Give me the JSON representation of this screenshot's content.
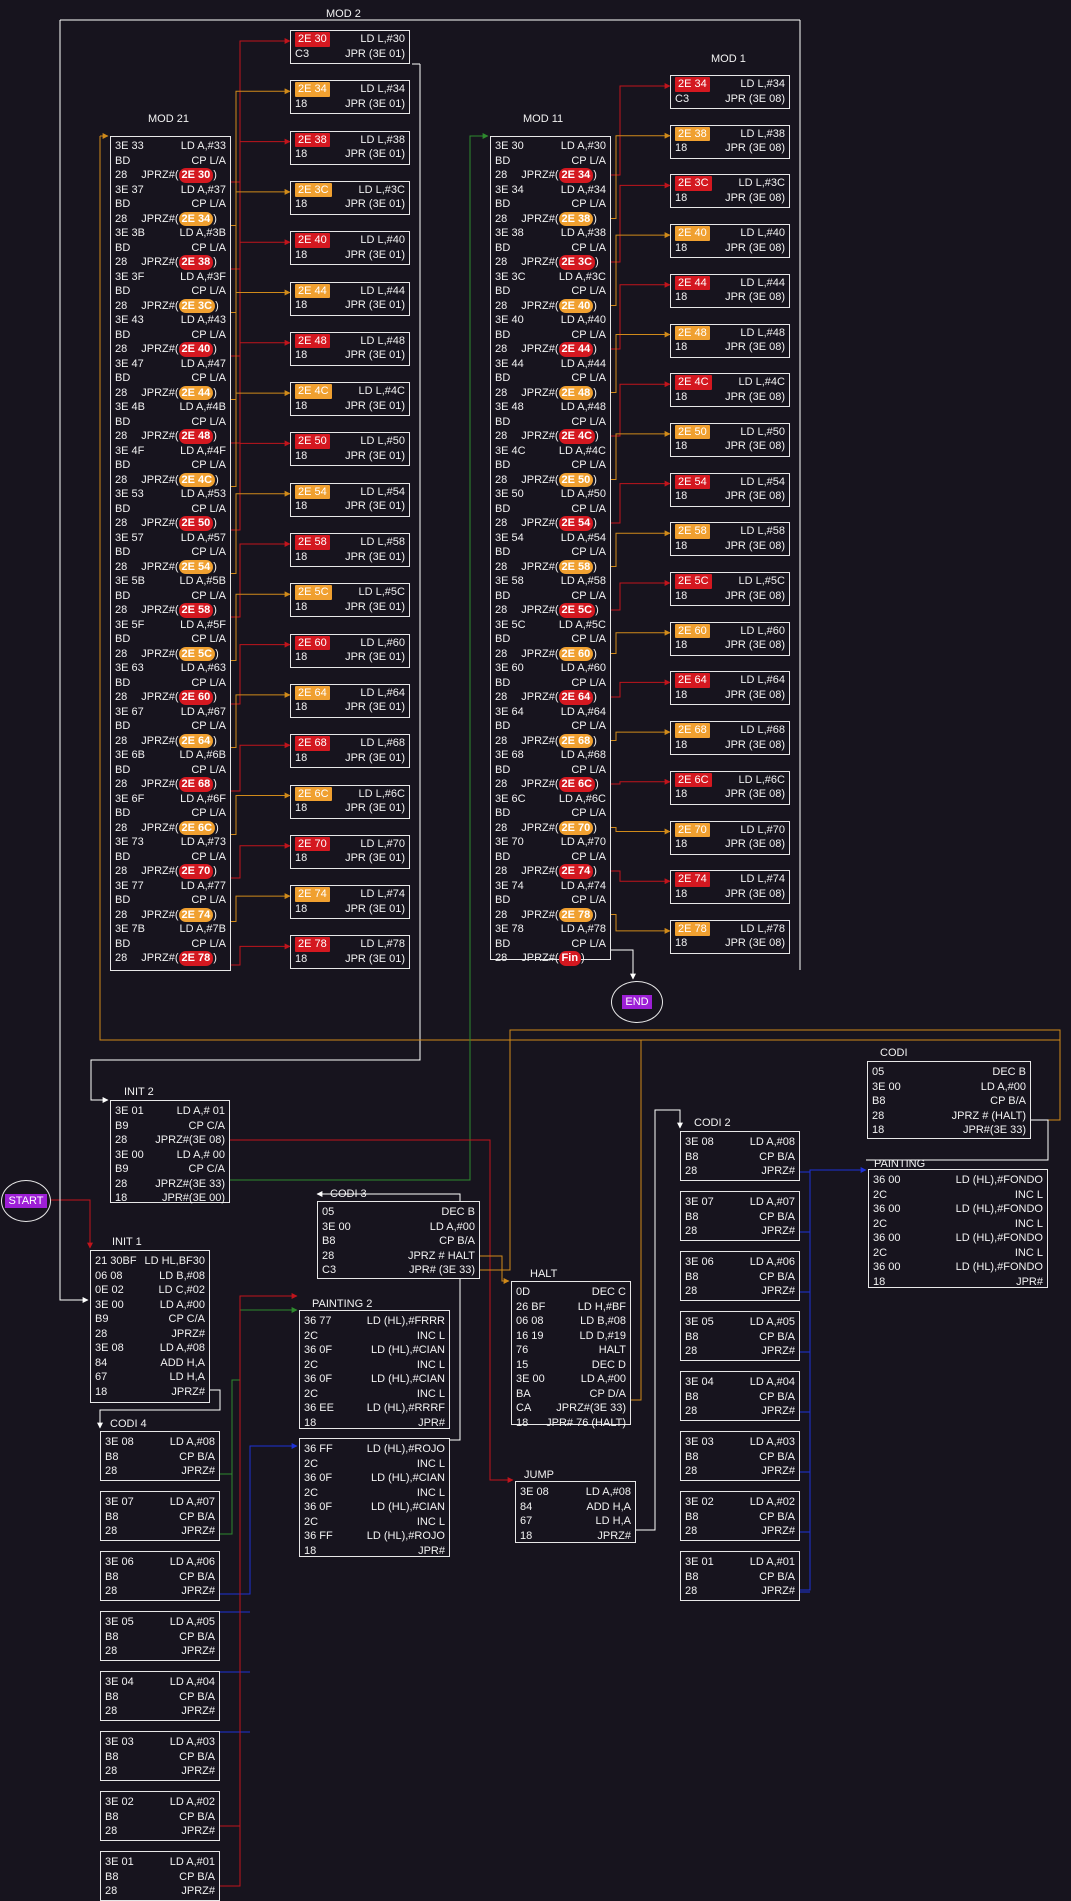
{
  "colors": {
    "background": "#17141e",
    "text": "#f2f2f2",
    "border": "#e8e8e8",
    "red": "#d41820",
    "orange": "#f0a030",
    "wire_white": "#ffffff",
    "wire_red": "#c0141c",
    "wire_orange": "#d08a1a",
    "wire_green": "#2e8a2e",
    "wire_blue": "#1e32d6",
    "terminal_fill": "#9d1fd6"
  },
  "terminals": {
    "start": "START",
    "end": "END"
  },
  "mod21": {
    "title": "MOD 21",
    "groups": [
      {
        "a": "3E 33",
        "b": "LD A,#33",
        "c": "BD",
        "d": "CP L/A",
        "e": "28",
        "f": "JPRZ#",
        "t": "2E 30",
        "tc": "red"
      },
      {
        "a": "3E 37",
        "b": "LD A,#37",
        "c": "BD",
        "d": "CP L/A",
        "e": "28",
        "f": "JPRZ#",
        "t": "2E 34",
        "tc": "orange"
      },
      {
        "a": "3E 3B",
        "b": "LD A,#3B",
        "c": "BD",
        "d": "CP L/A",
        "e": "28",
        "f": "JPRZ#",
        "t": "2E 38",
        "tc": "red"
      },
      {
        "a": "3E 3F",
        "b": "LD A,#3F",
        "c": "BD",
        "d": "CP L/A",
        "e": "28",
        "f": "JPRZ#",
        "t": "2E 3C",
        "tc": "orange"
      },
      {
        "a": "3E 43",
        "b": "LD A,#43",
        "c": "BD",
        "d": "CP L/A",
        "e": "28",
        "f": "JPRZ#",
        "t": "2E 40",
        "tc": "red"
      },
      {
        "a": "3E 47",
        "b": "LD A,#47",
        "c": "BD",
        "d": "CP L/A",
        "e": "28",
        "f": "JPRZ#",
        "t": "2E 44",
        "tc": "orange"
      },
      {
        "a": "3E 4B",
        "b": "LD A,#4B",
        "c": "BD",
        "d": "CP L/A",
        "e": "28",
        "f": "JPRZ#",
        "t": "2E 48",
        "tc": "red"
      },
      {
        "a": "3E 4F",
        "b": "LD A,#4F",
        "c": "BD",
        "d": "CP L/A",
        "e": "28",
        "f": "JPRZ#",
        "t": "2E 4C",
        "tc": "orange"
      },
      {
        "a": "3E 53",
        "b": "LD A,#53",
        "c": "BD",
        "d": "CP L/A",
        "e": "28",
        "f": "JPRZ#",
        "t": "2E 50",
        "tc": "red"
      },
      {
        "a": "3E 57",
        "b": "LD A,#57",
        "c": "BD",
        "d": "CP L/A",
        "e": "28",
        "f": "JPRZ#",
        "t": "2E 54",
        "tc": "orange"
      },
      {
        "a": "3E 5B",
        "b": "LD A,#5B",
        "c": "BD",
        "d": "CP L/A",
        "e": "28",
        "f": "JPRZ#",
        "t": "2E 58",
        "tc": "red"
      },
      {
        "a": "3E 5F",
        "b": "LD A,#5F",
        "c": "BD",
        "d": "CP L/A",
        "e": "28",
        "f": "JPRZ#",
        "t": "2E 5C",
        "tc": "orange"
      },
      {
        "a": "3E 63",
        "b": "LD A,#63",
        "c": "BD",
        "d": "CP L/A",
        "e": "28",
        "f": "JPRZ#",
        "t": "2E 60",
        "tc": "red"
      },
      {
        "a": "3E 67",
        "b": "LD A,#67",
        "c": "BD",
        "d": "CP L/A",
        "e": "28",
        "f": "JPRZ#",
        "t": "2E 64",
        "tc": "orange"
      },
      {
        "a": "3E 6B",
        "b": "LD A,#6B",
        "c": "BD",
        "d": "CP L/A",
        "e": "28",
        "f": "JPRZ#",
        "t": "2E 68",
        "tc": "red"
      },
      {
        "a": "3E 6F",
        "b": "LD A,#6F",
        "c": "BD",
        "d": "CP L/A",
        "e": "28",
        "f": "JPRZ#",
        "t": "2E 6C",
        "tc": "orange"
      },
      {
        "a": "3E 73",
        "b": "LD A,#73",
        "c": "BD",
        "d": "CP L/A",
        "e": "28",
        "f": "JPRZ#",
        "t": "2E 70",
        "tc": "red"
      },
      {
        "a": "3E 77",
        "b": "LD A,#77",
        "c": "BD",
        "d": "CP L/A",
        "e": "28",
        "f": "JPRZ#",
        "t": "2E 74",
        "tc": "orange"
      },
      {
        "a": "3E 7B",
        "b": "LD A,#7B",
        "c": "BD",
        "d": "CP L/A",
        "e": "28",
        "f": "JPRZ#",
        "t": "2E 78",
        "tc": "red"
      }
    ]
  },
  "mod11": {
    "title": "MOD 11",
    "groups": [
      {
        "a": "3E 30",
        "b": "LD A,#30",
        "c": "BD",
        "d": "CP L/A",
        "e": "28",
        "f": "JPRZ#",
        "t": "2E 34",
        "tc": "red"
      },
      {
        "a": "3E 34",
        "b": "LD A,#34",
        "c": "BD",
        "d": "CP L/A",
        "e": "28",
        "f": "JPRZ#",
        "t": "2E 38",
        "tc": "orange"
      },
      {
        "a": "3E 38",
        "b": "LD A,#38",
        "c": "BD",
        "d": "CP L/A",
        "e": "28",
        "f": "JPRZ#",
        "t": "2E 3C",
        "tc": "red"
      },
      {
        "a": "3E 3C",
        "b": "LD A,#3C",
        "c": "BD",
        "d": "CP L/A",
        "e": "28",
        "f": "JPRZ#",
        "t": "2E 40",
        "tc": "orange"
      },
      {
        "a": "3E 40",
        "b": "LD A,#40",
        "c": "BD",
        "d": "CP L/A",
        "e": "28",
        "f": "JPRZ#",
        "t": "2E 44",
        "tc": "red"
      },
      {
        "a": "3E 44",
        "b": "LD A,#44",
        "c": "BD",
        "d": "CP L/A",
        "e": "28",
        "f": "JPRZ#",
        "t": "2E 48",
        "tc": "orange"
      },
      {
        "a": "3E 48",
        "b": "LD A,#48",
        "c": "BD",
        "d": "CP L/A",
        "e": "28",
        "f": "JPRZ#",
        "t": "2E 4C",
        "tc": "red"
      },
      {
        "a": "3E 4C",
        "b": "LD A,#4C",
        "c": "BD",
        "d": "CP L/A",
        "e": "28",
        "f": "JPRZ#",
        "t": "2E 50",
        "tc": "orange"
      },
      {
        "a": "3E 50",
        "b": "LD A,#50",
        "c": "BD",
        "d": "CP L/A",
        "e": "28",
        "f": "JPRZ#",
        "t": "2E 54",
        "tc": "red"
      },
      {
        "a": "3E 54",
        "b": "LD A,#54",
        "c": "BD",
        "d": "CP L/A",
        "e": "28",
        "f": "JPRZ#",
        "t": "2E 58",
        "tc": "orange"
      },
      {
        "a": "3E 58",
        "b": "LD A,#58",
        "c": "BD",
        "d": "CP L/A",
        "e": "28",
        "f": "JPRZ#",
        "t": "2E 5C",
        "tc": "red"
      },
      {
        "a": "3E 5C",
        "b": "LD A,#5C",
        "c": "BD",
        "d": "CP L/A",
        "e": "28",
        "f": "JPRZ#",
        "t": "2E 60",
        "tc": "orange"
      },
      {
        "a": "3E 60",
        "b": "LD A,#60",
        "c": "BD",
        "d": "CP L/A",
        "e": "28",
        "f": "JPRZ#",
        "t": "2E 64",
        "tc": "red"
      },
      {
        "a": "3E 64",
        "b": "LD A,#64",
        "c": "BD",
        "d": "CP L/A",
        "e": "28",
        "f": "JPRZ#",
        "t": "2E 68",
        "tc": "orange"
      },
      {
        "a": "3E 68",
        "b": "LD A,#68",
        "c": "BD",
        "d": "CP L/A",
        "e": "28",
        "f": "JPRZ#",
        "t": "2E 6C",
        "tc": "red"
      },
      {
        "a": "3E 6C",
        "b": "LD A,#6C",
        "c": "BD",
        "d": "CP L/A",
        "e": "28",
        "f": "JPRZ#",
        "t": "2E 70",
        "tc": "orange"
      },
      {
        "a": "3E 70",
        "b": "LD A,#70",
        "c": "BD",
        "d": "CP L/A",
        "e": "28",
        "f": "JPRZ#",
        "t": "2E 74",
        "tc": "red"
      },
      {
        "a": "3E 74",
        "b": "LD A,#74",
        "c": "BD",
        "d": "CP L/A",
        "e": "28",
        "f": "JPRZ#",
        "t": "2E 78",
        "tc": "orange"
      },
      {
        "a": "3E 78",
        "b": "LD A,#78",
        "c": "BD",
        "d": "CP L/A",
        "e": "28",
        "f": "JPRZ#",
        "t": "Fin",
        "tc": "red"
      }
    ]
  },
  "mod2": {
    "title": "MOD 2",
    "items": [
      {
        "code": "2E 30",
        "tc": "red",
        "op": "LD L,#30",
        "b": "C3",
        "j": "JPR (3E 01)"
      },
      {
        "code": "2E 34",
        "tc": "orange",
        "op": "LD L,#34",
        "b": "18",
        "j": "JPR (3E 01)"
      },
      {
        "code": "2E 38",
        "tc": "red",
        "op": "LD L,#38",
        "b": "18",
        "j": "JPR (3E 01)"
      },
      {
        "code": "2E 3C",
        "tc": "orange",
        "op": "LD L,#3C",
        "b": "18",
        "j": "JPR (3E 01)"
      },
      {
        "code": "2E 40",
        "tc": "red",
        "op": "LD L,#40",
        "b": "18",
        "j": "JPR (3E 01)"
      },
      {
        "code": "2E 44",
        "tc": "orange",
        "op": "LD L,#44",
        "b": "18",
        "j": "JPR (3E 01)"
      },
      {
        "code": "2E 48",
        "tc": "red",
        "op": "LD L,#48",
        "b": "18",
        "j": "JPR (3E 01)"
      },
      {
        "code": "2E 4C",
        "tc": "orange",
        "op": "LD L,#4C",
        "b": "18",
        "j": "JPR (3E 01)"
      },
      {
        "code": "2E 50",
        "tc": "red",
        "op": "LD L,#50",
        "b": "18",
        "j": "JPR (3E 01)"
      },
      {
        "code": "2E 54",
        "tc": "orange",
        "op": "LD L,#54",
        "b": "18",
        "j": "JPR (3E 01)"
      },
      {
        "code": "2E 58",
        "tc": "red",
        "op": "LD L,#58",
        "b": "18",
        "j": "JPR (3E 01)"
      },
      {
        "code": "2E 5C",
        "tc": "orange",
        "op": "LD L,#5C",
        "b": "18",
        "j": "JPR (3E 01)"
      },
      {
        "code": "2E 60",
        "tc": "red",
        "op": "LD L,#60",
        "b": "18",
        "j": "JPR (3E 01)"
      },
      {
        "code": "2E 64",
        "tc": "orange",
        "op": "LD L,#64",
        "b": "18",
        "j": "JPR (3E 01)"
      },
      {
        "code": "2E 68",
        "tc": "red",
        "op": "LD L,#68",
        "b": "18",
        "j": "JPR (3E 01)"
      },
      {
        "code": "2E 6C",
        "tc": "orange",
        "op": "LD L,#6C",
        "b": "18",
        "j": "JPR (3E 01)"
      },
      {
        "code": "2E 70",
        "tc": "red",
        "op": "LD L,#70",
        "b": "18",
        "j": "JPR (3E 01)"
      },
      {
        "code": "2E 74",
        "tc": "orange",
        "op": "LD L,#74",
        "b": "18",
        "j": "JPR (3E 01)"
      },
      {
        "code": "2E 78",
        "tc": "red",
        "op": "LD L,#78",
        "b": "18",
        "j": "JPR (3E 01)"
      }
    ]
  },
  "mod1": {
    "title": "MOD 1",
    "items": [
      {
        "code": "2E 34",
        "tc": "red",
        "op": "LD L,#34",
        "b": "C3",
        "j": "JPR (3E 08)"
      },
      {
        "code": "2E 38",
        "tc": "orange",
        "op": "LD L,#38",
        "b": "18",
        "j": "JPR (3E 08)"
      },
      {
        "code": "2E 3C",
        "tc": "red",
        "op": "LD L,#3C",
        "b": "18",
        "j": "JPR (3E 08)"
      },
      {
        "code": "2E 40",
        "tc": "orange",
        "op": "LD L,#40",
        "b": "18",
        "j": "JPR (3E 08)"
      },
      {
        "code": "2E 44",
        "tc": "red",
        "op": "LD L,#44",
        "b": "18",
        "j": "JPR (3E 08)"
      },
      {
        "code": "2E 48",
        "tc": "orange",
        "op": "LD L,#48",
        "b": "18",
        "j": "JPR (3E 08)"
      },
      {
        "code": "2E 4C",
        "tc": "red",
        "op": "LD L,#4C",
        "b": "18",
        "j": "JPR (3E 08)"
      },
      {
        "code": "2E 50",
        "tc": "orange",
        "op": "LD L,#50",
        "b": "18",
        "j": "JPR (3E 08)"
      },
      {
        "code": "2E 54",
        "tc": "red",
        "op": "LD L,#54",
        "b": "18",
        "j": "JPR (3E 08)"
      },
      {
        "code": "2E 58",
        "tc": "orange",
        "op": "LD L,#58",
        "b": "18",
        "j": "JPR (3E 08)"
      },
      {
        "code": "2E 5C",
        "tc": "red",
        "op": "LD L,#5C",
        "b": "18",
        "j": "JPR (3E 08)"
      },
      {
        "code": "2E 60",
        "tc": "orange",
        "op": "LD L,#60",
        "b": "18",
        "j": "JPR (3E 08)"
      },
      {
        "code": "2E 64",
        "tc": "red",
        "op": "LD L,#64",
        "b": "18",
        "j": "JPR (3E 08)"
      },
      {
        "code": "2E 68",
        "tc": "orange",
        "op": "LD L,#68",
        "b": "18",
        "j": "JPR (3E 08)"
      },
      {
        "code": "2E 6C",
        "tc": "red",
        "op": "LD L,#6C",
        "b": "18",
        "j": "JPR (3E 08)"
      },
      {
        "code": "2E 70",
        "tc": "orange",
        "op": "LD L,#70",
        "b": "18",
        "j": "JPR (3E 08)"
      },
      {
        "code": "2E 74",
        "tc": "red",
        "op": "LD L,#74",
        "b": "18",
        "j": "JPR (3E 08)"
      },
      {
        "code": "2E 78",
        "tc": "orange",
        "op": "LD L,#78",
        "b": "18",
        "j": "JPR (3E 08)"
      }
    ]
  },
  "init2": {
    "title": "INIT 2",
    "rows": [
      [
        "3E  01",
        "LD A,# 01"
      ],
      [
        "B9",
        "CP C/A"
      ],
      [
        "28",
        "JPRZ#(3E 08)"
      ],
      [
        "3E  00",
        "LD A,# 00"
      ],
      [
        "B9",
        "CP C/A"
      ],
      [
        "28",
        "JPRZ#(3E 33)"
      ],
      [
        "18",
        "JPR#(3E 00)"
      ]
    ]
  },
  "init1": {
    "title": "INIT 1",
    "rows": [
      [
        "21 30BF",
        "LD HL,BF30"
      ],
      [
        "06 08",
        "LD B,#08"
      ],
      [
        "0E 02",
        "LD C,#02"
      ],
      [
        "3E 00",
        "LD A,#00"
      ],
      [
        "B9",
        "CP C/A"
      ],
      [
        "28",
        "JPRZ#"
      ],
      [
        "3E 08",
        "LD A,#08"
      ],
      [
        "84",
        "ADD H,A"
      ],
      [
        "67",
        "LD H,A"
      ],
      [
        "18",
        "JPRZ#"
      ]
    ]
  },
  "codi3": {
    "title": "CODI 3",
    "rows": [
      [
        "05",
        "DEC B"
      ],
      [
        "3E 00",
        "LD A,#00"
      ],
      [
        "B8",
        "CP B/A"
      ],
      [
        "28",
        "JPRZ # HALT"
      ],
      [
        "C3",
        "JPR# (3E 33)"
      ]
    ]
  },
  "halt": {
    "title": "HALT",
    "rows": [
      [
        "0D",
        "DEC C"
      ],
      [
        "26  BF",
        "LD H,#BF"
      ],
      [
        "06 08",
        "LD B,#08"
      ],
      [
        "16  19",
        "LD D,#19"
      ],
      [
        "76",
        "HALT"
      ],
      [
        "15",
        "DEC D"
      ],
      [
        "3E 00",
        "LD A,#00"
      ],
      [
        "BA",
        "CP D/A"
      ],
      [
        "CA",
        "JPRZ#(3E 33)"
      ],
      [
        "18",
        "JPR# 76 (HALT)"
      ]
    ]
  },
  "jump": {
    "title": "JUMP",
    "rows": [
      [
        "3E 08",
        "LD A,#08"
      ],
      [
        "84",
        "ADD H,A"
      ],
      [
        "67",
        "LD H,A"
      ],
      [
        "18",
        "JPRZ#"
      ]
    ]
  },
  "codi": {
    "title": "CODI",
    "rows": [
      [
        "05",
        "DEC B"
      ],
      [
        "3E 00",
        "LD A,#00"
      ],
      [
        "B8",
        "CP B/A"
      ],
      [
        "28",
        "JPRZ # (HALT)"
      ],
      [
        "18",
        "JPR#(3E 33)"
      ]
    ]
  },
  "painting": {
    "title": "PAINTING",
    "rows": [
      [
        "36 00",
        "LD (HL),#FONDO"
      ],
      [
        "2C",
        "INC L"
      ],
      [
        "36 00",
        "LD (HL),#FONDO"
      ],
      [
        "2C",
        "INC L"
      ],
      [
        "36 00",
        "LD (HL),#FONDO"
      ],
      [
        "2C",
        "INC L"
      ],
      [
        "36 00",
        "LD (HL),#FONDO"
      ],
      [
        "18",
        "JPR#"
      ]
    ]
  },
  "painting2": {
    "title": "PAINTING 2",
    "rows_a": [
      [
        "36 77",
        "LD (HL),#FRRR"
      ],
      [
        "2C",
        "INC L"
      ],
      [
        "36 0F",
        "LD (HL),#CIAN"
      ],
      [
        "2C",
        "INC L"
      ],
      [
        "36 0F",
        "LD (HL),#CIAN"
      ],
      [
        "2C",
        "INC L"
      ],
      [
        "36 EE",
        "LD (HL),#RRRF"
      ],
      [
        "18",
        "JPR#"
      ]
    ],
    "rows_b": [
      [
        "36 FF",
        "LD (HL),#ROJO"
      ],
      [
        "2C",
        "INC L"
      ],
      [
        "36 0F",
        "LD (HL),#CIAN"
      ],
      [
        "2C",
        "INC L"
      ],
      [
        "36 0F",
        "LD (HL),#CIAN"
      ],
      [
        "2C",
        "INC L"
      ],
      [
        "36 FF",
        "LD (HL),#ROJO"
      ],
      [
        "18",
        "JPR#"
      ]
    ]
  },
  "codi2": {
    "title": "CODI 2",
    "blocks": [
      [
        [
          "3E 08",
          "LD A,#08"
        ],
        [
          "B8",
          "CP B/A"
        ],
        [
          "28",
          "JPRZ#"
        ]
      ],
      [
        [
          "3E 07",
          "LD A,#07"
        ],
        [
          "B8",
          "CP B/A"
        ],
        [
          "28",
          "JPRZ#"
        ]
      ],
      [
        [
          "3E 06",
          "LD A,#06"
        ],
        [
          "B8",
          "CP B/A"
        ],
        [
          "28",
          "JPRZ#"
        ]
      ],
      [
        [
          "3E 05",
          "LD A,#05"
        ],
        [
          "B8",
          "CP B/A"
        ],
        [
          "28",
          "JPRZ#"
        ]
      ],
      [
        [
          "3E 04",
          "LD A,#04"
        ],
        [
          "B8",
          "CP B/A"
        ],
        [
          "28",
          "JPRZ#"
        ]
      ],
      [
        [
          "3E 03",
          "LD A,#03"
        ],
        [
          "B8",
          "CP B/A"
        ],
        [
          "28",
          "JPRZ#"
        ]
      ],
      [
        [
          "3E 02",
          "LD A,#02"
        ],
        [
          "B8",
          "CP B/A"
        ],
        [
          "28",
          "JPRZ#"
        ]
      ],
      [
        [
          "3E 01",
          "LD A,#01"
        ],
        [
          "B8",
          "CP B/A"
        ],
        [
          "28",
          "JPRZ#"
        ]
      ]
    ]
  },
  "codi4": {
    "title": "CODI 4",
    "blocks": [
      [
        [
          "3E 08",
          "LD A,#08"
        ],
        [
          "B8",
          "CP B/A"
        ],
        [
          "28",
          "JPRZ#"
        ]
      ],
      [
        [
          "3E 07",
          "LD A,#07"
        ],
        [
          "B8",
          "CP B/A"
        ],
        [
          "28",
          "JPRZ#"
        ]
      ],
      [
        [
          "3E 06",
          "LD A,#06"
        ],
        [
          "B8",
          "CP B/A"
        ],
        [
          "28",
          "JPRZ#"
        ]
      ],
      [
        [
          "3E 05",
          "LD A,#05"
        ],
        [
          "B8",
          "CP B/A"
        ],
        [
          "28",
          "JPRZ#"
        ]
      ],
      [
        [
          "3E 04",
          "LD A,#04"
        ],
        [
          "B8",
          "CP B/A"
        ],
        [
          "28",
          "JPRZ#"
        ]
      ],
      [
        [
          "3E 03",
          "LD A,#03"
        ],
        [
          "B8",
          "CP B/A"
        ],
        [
          "28",
          "JPRZ#"
        ]
      ],
      [
        [
          "3E 02",
          "LD A,#02"
        ],
        [
          "B8",
          "CP B/A"
        ],
        [
          "28",
          "JPRZ#"
        ]
      ],
      [
        [
          "3E 01",
          "LD A,#01"
        ],
        [
          "B8",
          "CP B/A"
        ],
        [
          "28",
          "JPRZ#"
        ]
      ]
    ]
  }
}
